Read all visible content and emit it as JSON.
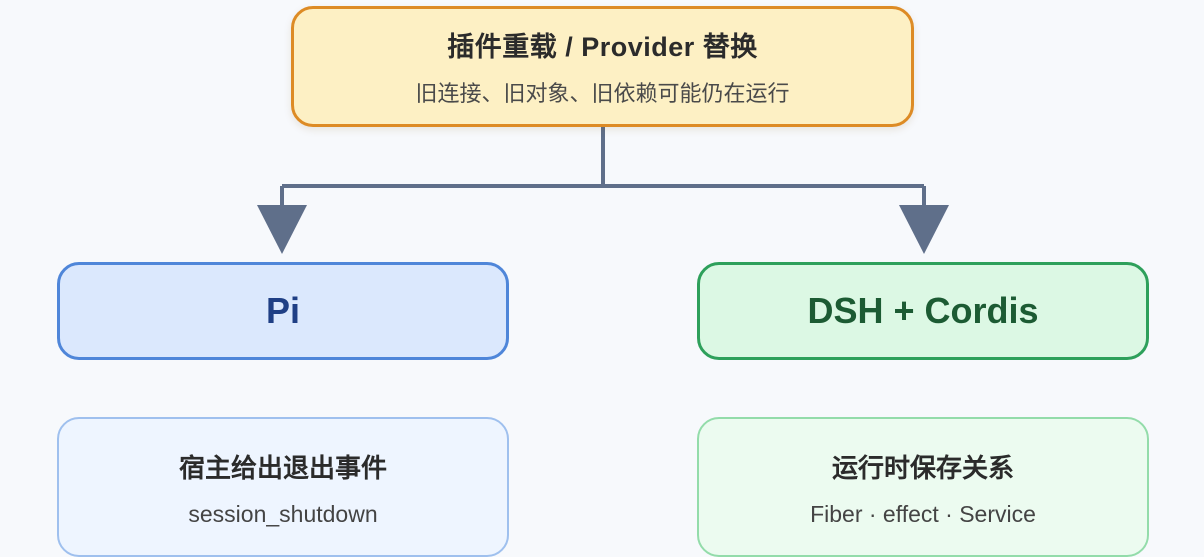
{
  "top": {
    "title": "插件重载 / Provider 替换",
    "subtitle": "旧连接、旧对象、旧依赖可能仍在运行"
  },
  "left": {
    "title": "Pi",
    "detail_title": "宿主给出退出事件",
    "detail_sub": "session_shutdown"
  },
  "right": {
    "title": "DSH + Cordis",
    "detail_title": "运行时保存关系",
    "detail_sub": "Fiber · effect · Service"
  },
  "colors": {
    "background": "#f7f9fc",
    "connector": "#5f6f8a",
    "top_border": "#dd8b25",
    "top_fill": "#fdf0c4",
    "left_border": "#4f86d9",
    "left_fill": "#dbe8fd",
    "right_border": "#2ea05b",
    "right_fill": "#dcf8e4"
  }
}
